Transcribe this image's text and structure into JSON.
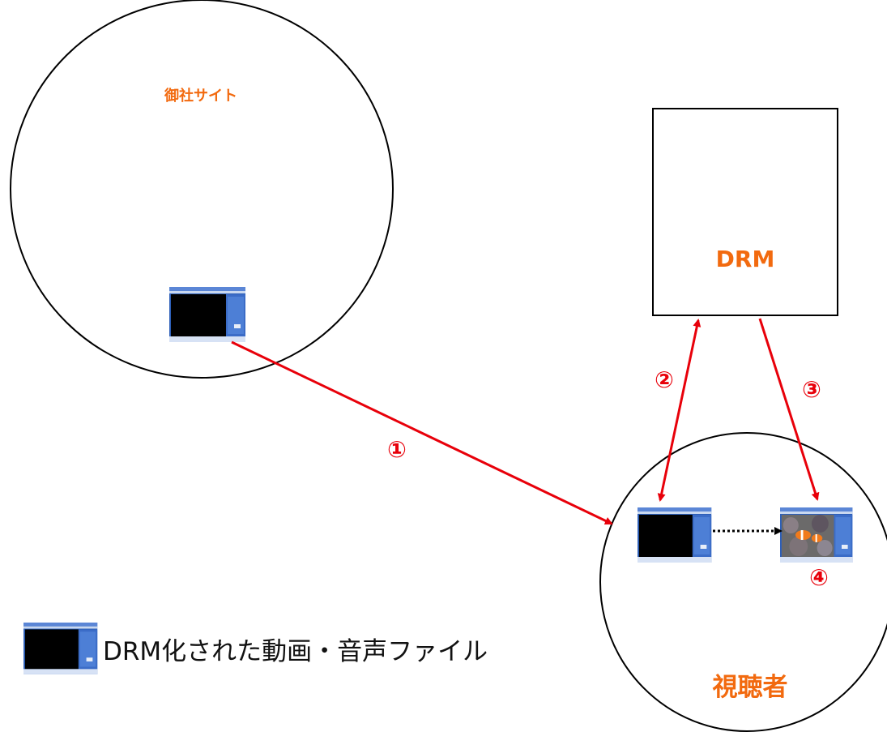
{
  "nodes": {
    "site": {
      "label": "御社サイト"
    },
    "drm": {
      "label": "DRM"
    },
    "viewer": {
      "label": "視聴者"
    }
  },
  "steps": [
    "①",
    "②",
    "③",
    "④"
  ],
  "legend": {
    "label": "DRM化された動画・音声ファイル"
  },
  "colors": {
    "accent_orange": "#f26a0f",
    "arrow_red": "#e8000a",
    "outline": "#000000",
    "player_blue": "#3f6fc4"
  },
  "icons": {
    "drm_file": "media-player-window-icon",
    "decrypted_file": "media-player-fish-icon"
  }
}
